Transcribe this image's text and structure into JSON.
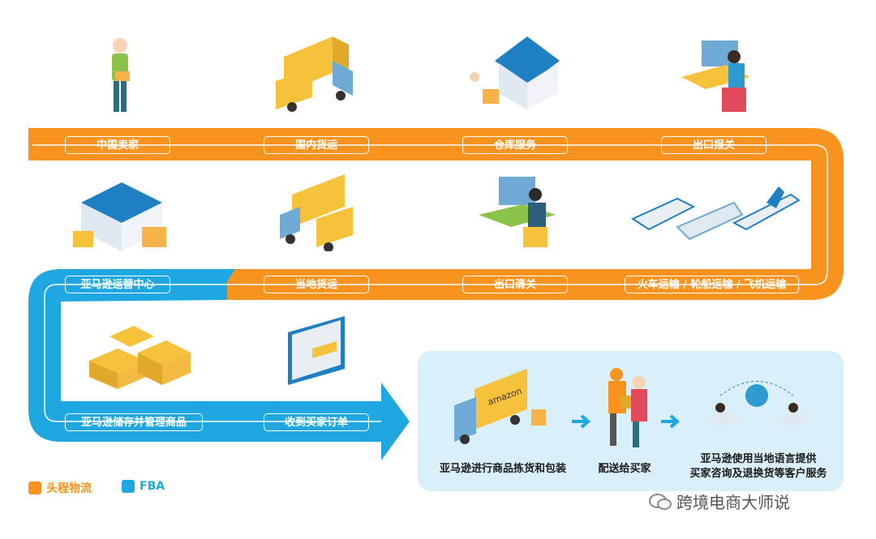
{
  "colors": {
    "orange": "#f7931e",
    "blue": "#1ea7e1",
    "fba_bg": "#d9eff9"
  },
  "row1": [
    {
      "label": "中国卖家",
      "icon": "seller-person-icon"
    },
    {
      "label": "国内货运",
      "icon": "domestic-truck-icon"
    },
    {
      "label": "仓库服务",
      "icon": "warehouse-icon"
    },
    {
      "label": "出口报关",
      "icon": "customs-desk-icon"
    }
  ],
  "row2": [
    {
      "label": "亚马逊运营中心",
      "icon": "fulfillment-center-icon"
    },
    {
      "label": "当地货运",
      "icon": "local-truck-icon"
    },
    {
      "label": "出口清关",
      "icon": "clearance-desk-icon"
    },
    {
      "label": "火车运输 / 轮船运输 / 飞机运输",
      "icon": "train-ship-plane-icon"
    }
  ],
  "row3": [
    {
      "label": "亚马逊储存并管理商品",
      "icon": "packages-icon"
    },
    {
      "label": "收到买家订单",
      "icon": "monitor-order-icon"
    }
  ],
  "fba_steps": [
    {
      "label": "亚马逊进行商品拣货和包装",
      "icon": "amazon-truck-icon"
    },
    {
      "label": "配送给买家",
      "icon": "delivery-handover-icon"
    },
    {
      "label_line1": "亚马逊使用当地语言提供",
      "label_line2": "买家咨询及退换货等客户服务",
      "icon": "global-service-icon"
    }
  ],
  "legend": [
    {
      "label": "头程物流",
      "color": "#f7931e"
    },
    {
      "label": "FBA",
      "color": "#1ea7e1"
    }
  ],
  "watermark": "跨境电商大师说"
}
